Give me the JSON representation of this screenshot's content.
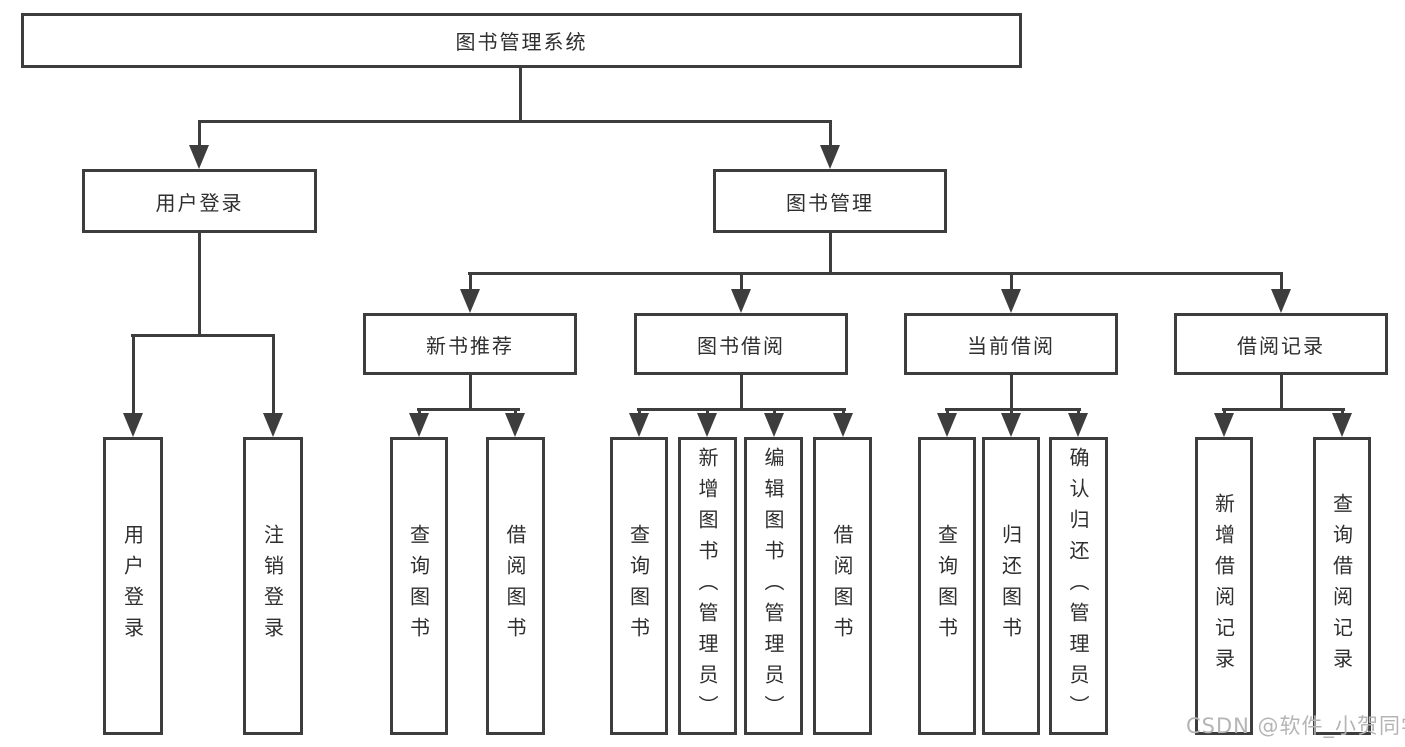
{
  "diagram": {
    "root": {
      "label": "图书管理系统"
    },
    "user_login": {
      "label": "用户登录",
      "children": [
        {
          "label": "用户登录"
        },
        {
          "label": "注销登录"
        }
      ]
    },
    "book_mgmt": {
      "label": "图书管理",
      "groups": [
        {
          "label": "新书推荐",
          "children": [
            {
              "label": "查询图书"
            },
            {
              "label": "借阅图书"
            }
          ]
        },
        {
          "label": "图书借阅",
          "children": [
            {
              "label": "查询图书"
            },
            {
              "label": "新增图书（管理员）"
            },
            {
              "label": "编辑图书（管理员）"
            },
            {
              "label": "借阅图书"
            }
          ]
        },
        {
          "label": "当前借阅",
          "children": [
            {
              "label": "查询图书"
            },
            {
              "label": "归还图书"
            },
            {
              "label": "确认归还（管理员）"
            }
          ]
        },
        {
          "label": "借阅记录",
          "children": [
            {
              "label": "新增借阅记录"
            },
            {
              "label": "查询借阅记录"
            }
          ]
        }
      ]
    }
  },
  "watermark": {
    "text": "CSDN @软件_小贺同学"
  },
  "colors": {
    "line": "#3d3d3d",
    "text": "#2f2f2f",
    "watermark": "#b5b5b5",
    "background": "#ffffff"
  }
}
